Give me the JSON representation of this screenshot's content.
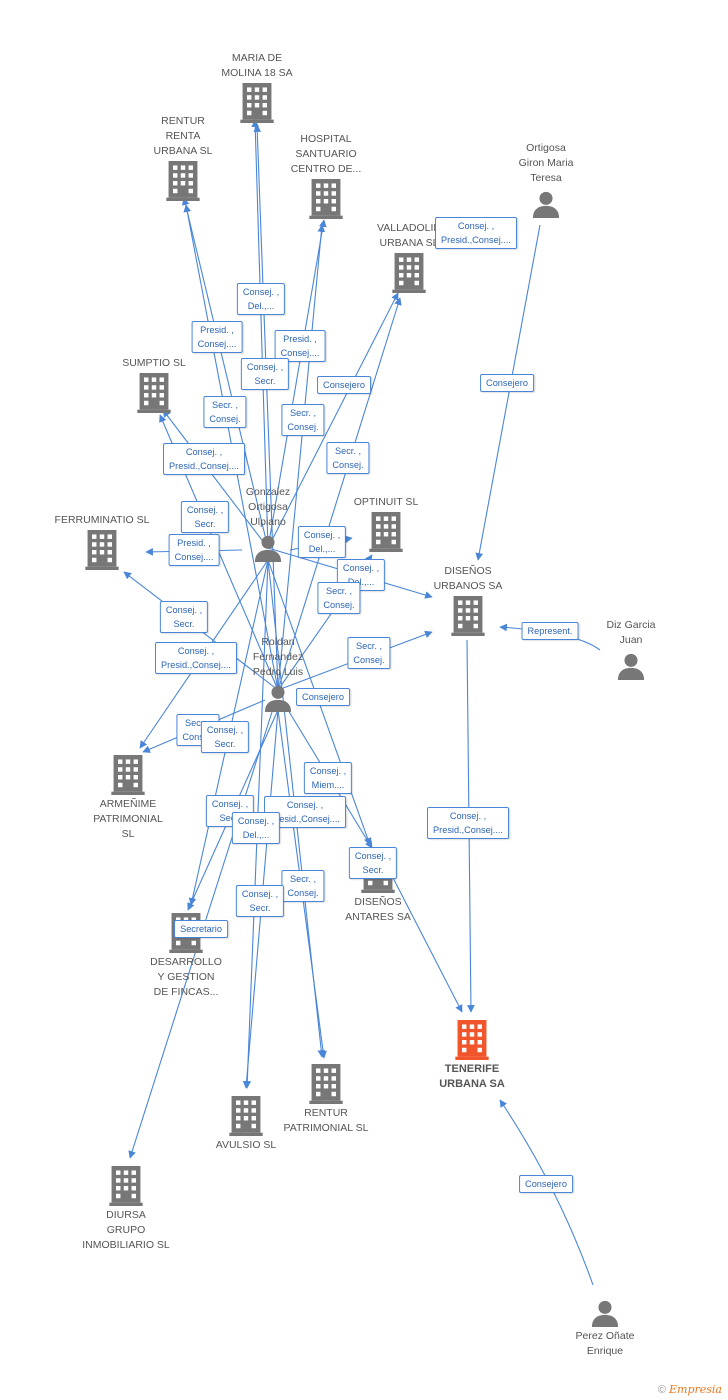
{
  "colors": {
    "edge": "#4a86d8",
    "node": "#777777",
    "focus": "#f0552b"
  },
  "nodes": [
    {
      "id": "maria",
      "type": "company",
      "lines": [
        "MARIA DE",
        "MOLINA 18 SA"
      ]
    },
    {
      "id": "rentur_renta",
      "type": "company",
      "lines": [
        "RENTUR",
        "RENTA",
        "URBANA SL"
      ]
    },
    {
      "id": "hospital",
      "type": "company",
      "lines": [
        "HOSPITAL",
        "SANTUARIO",
        "CENTRO DE..."
      ]
    },
    {
      "id": "ortigosa",
      "type": "person",
      "lines": [
        "Ortigosa",
        "Giron Maria",
        "Teresa"
      ]
    },
    {
      "id": "valladolid",
      "type": "company",
      "lines": [
        "VALLADOLID",
        "URBANA SL"
      ]
    },
    {
      "id": "sumptio",
      "type": "company",
      "lines": [
        "SUMPTIO SL"
      ]
    },
    {
      "id": "gonzalez",
      "type": "person",
      "lines": [
        "Gonzalez",
        "Ortigosa",
        "Ulpiano"
      ]
    },
    {
      "id": "optinuit",
      "type": "company",
      "lines": [
        "OPTINUIT SL"
      ]
    },
    {
      "id": "ferruminatio",
      "type": "company",
      "lines": [
        "FERRUMINATIO SL"
      ]
    },
    {
      "id": "disenos_urbanos",
      "type": "company",
      "lines": [
        "DISEÑOS",
        "URBANOS SA"
      ]
    },
    {
      "id": "diz",
      "type": "person",
      "lines": [
        "Diz Garcia",
        "Juan"
      ]
    },
    {
      "id": "roldan",
      "type": "person",
      "lines": [
        "Roldan",
        "Fernandez",
        "Pedro Luis"
      ]
    },
    {
      "id": "armenime",
      "type": "company",
      "lines": [
        "ARMEÑIME",
        "PATRIMONIAL",
        "SL"
      ]
    },
    {
      "id": "disenos_antares",
      "type": "company",
      "lines": [
        "DISEÑOS",
        "ANTARES SA"
      ]
    },
    {
      "id": "desarrollo",
      "type": "company",
      "lines": [
        "DESARROLLO",
        "Y GESTION",
        "DE FINCAS..."
      ]
    },
    {
      "id": "tenerife",
      "type": "focus",
      "lines": [
        "TENERIFE",
        "URBANA SA"
      ]
    },
    {
      "id": "rentur_patrimonial",
      "type": "company",
      "lines": [
        "RENTUR",
        "PATRIMONIAL SL"
      ]
    },
    {
      "id": "avulsio",
      "type": "company",
      "lines": [
        "AVULSIO SL"
      ]
    },
    {
      "id": "diursa",
      "type": "company",
      "lines": [
        "DIURSA",
        "GRUPO",
        "INMOBILIARIO SL"
      ]
    },
    {
      "id": "perez",
      "type": "person",
      "lines": [
        "Perez Oñate",
        "Enrique"
      ]
    }
  ],
  "relations": [
    {
      "id": "r1",
      "lines": [
        "Consej. ,",
        "Presid.,Consej...."
      ]
    },
    {
      "id": "r2",
      "lines": [
        "Consejero"
      ]
    },
    {
      "id": "r3",
      "lines": [
        "Consej. ,",
        "Del.,..."
      ]
    },
    {
      "id": "r4",
      "lines": [
        "Presid. ,",
        "Consej...."
      ]
    },
    {
      "id": "r5",
      "lines": [
        "Presid. ,",
        "Consej...."
      ]
    },
    {
      "id": "r6",
      "lines": [
        "Consej. ,",
        "Secr."
      ]
    },
    {
      "id": "r7",
      "lines": [
        "Consejero"
      ]
    },
    {
      "id": "r8",
      "lines": [
        "Secr. ,",
        "Consej."
      ]
    },
    {
      "id": "r9",
      "lines": [
        "Secr. ,",
        "Consej."
      ]
    },
    {
      "id": "r10",
      "lines": [
        "Secr. ,",
        "Consej."
      ]
    },
    {
      "id": "r11",
      "lines": [
        "Consej. ,",
        "Presid.,Consej...."
      ]
    },
    {
      "id": "r12",
      "lines": [
        "Consej. ,",
        "Secr."
      ]
    },
    {
      "id": "r13",
      "lines": [
        "Presid. ,",
        "Consej...."
      ]
    },
    {
      "id": "r14",
      "lines": [
        "Consej. ,",
        "Del.,..."
      ]
    },
    {
      "id": "r15",
      "lines": [
        "Consej. ,",
        "Del.,..."
      ]
    },
    {
      "id": "r16",
      "lines": [
        "Secr. ,",
        "Consej."
      ]
    },
    {
      "id": "r17",
      "lines": [
        "Consej. ,",
        "Secr."
      ]
    },
    {
      "id": "r18",
      "lines": [
        "Consej. ,",
        "Presid.,Consej...."
      ]
    },
    {
      "id": "r19",
      "lines": [
        "Secr. ,",
        "Consej."
      ]
    },
    {
      "id": "r20",
      "lines": [
        "Represent."
      ]
    },
    {
      "id": "r21",
      "lines": [
        "Consejero"
      ]
    },
    {
      "id": "r22",
      "lines": [
        "Secr. ,",
        "Consej."
      ]
    },
    {
      "id": "r23",
      "lines": [
        "Consej. ,",
        "Secr."
      ]
    },
    {
      "id": "r24",
      "lines": [
        "Consej. ,",
        "Miem...."
      ]
    },
    {
      "id": "r25",
      "lines": [
        "Consej. ,",
        "Secr."
      ]
    },
    {
      "id": "r26",
      "lines": [
        "Consej. ,",
        "Presid.,Consej...."
      ]
    },
    {
      "id": "r27",
      "lines": [
        "Consej. ,",
        "Presid.,Consej...."
      ]
    },
    {
      "id": "r28",
      "lines": [
        "Consej. ,",
        "Del.,..."
      ]
    },
    {
      "id": "r29",
      "lines": [
        "Consej. ,",
        "Secr."
      ]
    },
    {
      "id": "r30",
      "lines": [
        "Secr. ,",
        "Consej."
      ]
    },
    {
      "id": "r31",
      "lines": [
        "Consej. ,",
        "Secr."
      ]
    },
    {
      "id": "r32",
      "lines": [
        "Secretario"
      ]
    },
    {
      "id": "r33",
      "lines": [
        "Consejero"
      ]
    }
  ],
  "footer": {
    "copyright": "©",
    "brand": "Empresia"
  }
}
